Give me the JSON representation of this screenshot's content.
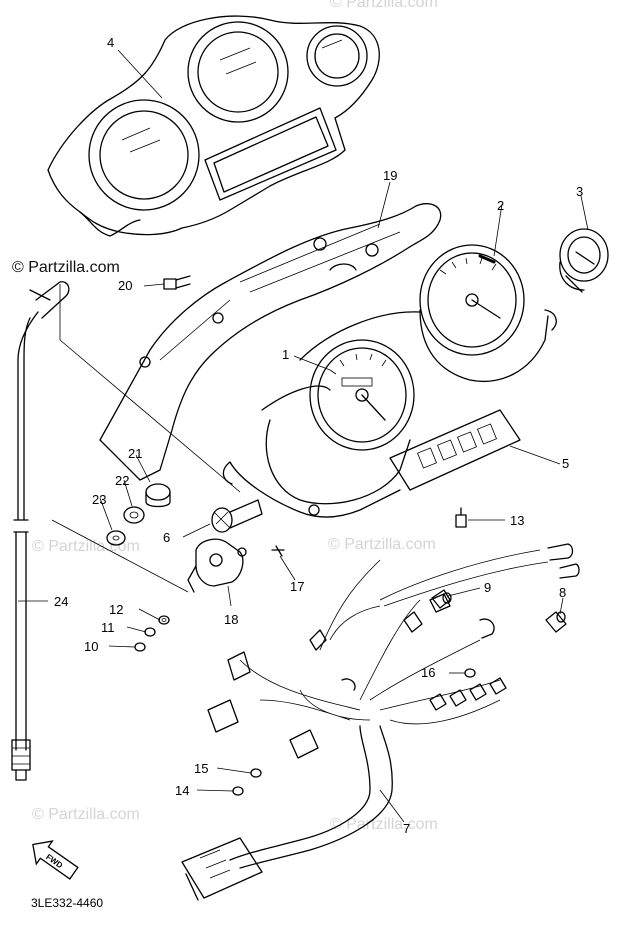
{
  "watermarks": {
    "primary": "© Partzilla.com",
    "faint": "© Partzilla.com"
  },
  "callouts": {
    "c1": "1",
    "c2": "2",
    "c3": "3",
    "c4": "4",
    "c5": "5",
    "c6": "6",
    "c7": "7",
    "c8": "8",
    "c9": "9",
    "c10": "10",
    "c11": "11",
    "c12": "12",
    "c13": "13",
    "c14": "14",
    "c15": "15",
    "c16": "16",
    "c17": "17",
    "c18": "18",
    "c19": "19",
    "c20": "20",
    "c21": "21",
    "c22": "22",
    "c23": "23",
    "c24": "24"
  },
  "fwd_label": "FWD",
  "reference_code": "3LE332-4460"
}
